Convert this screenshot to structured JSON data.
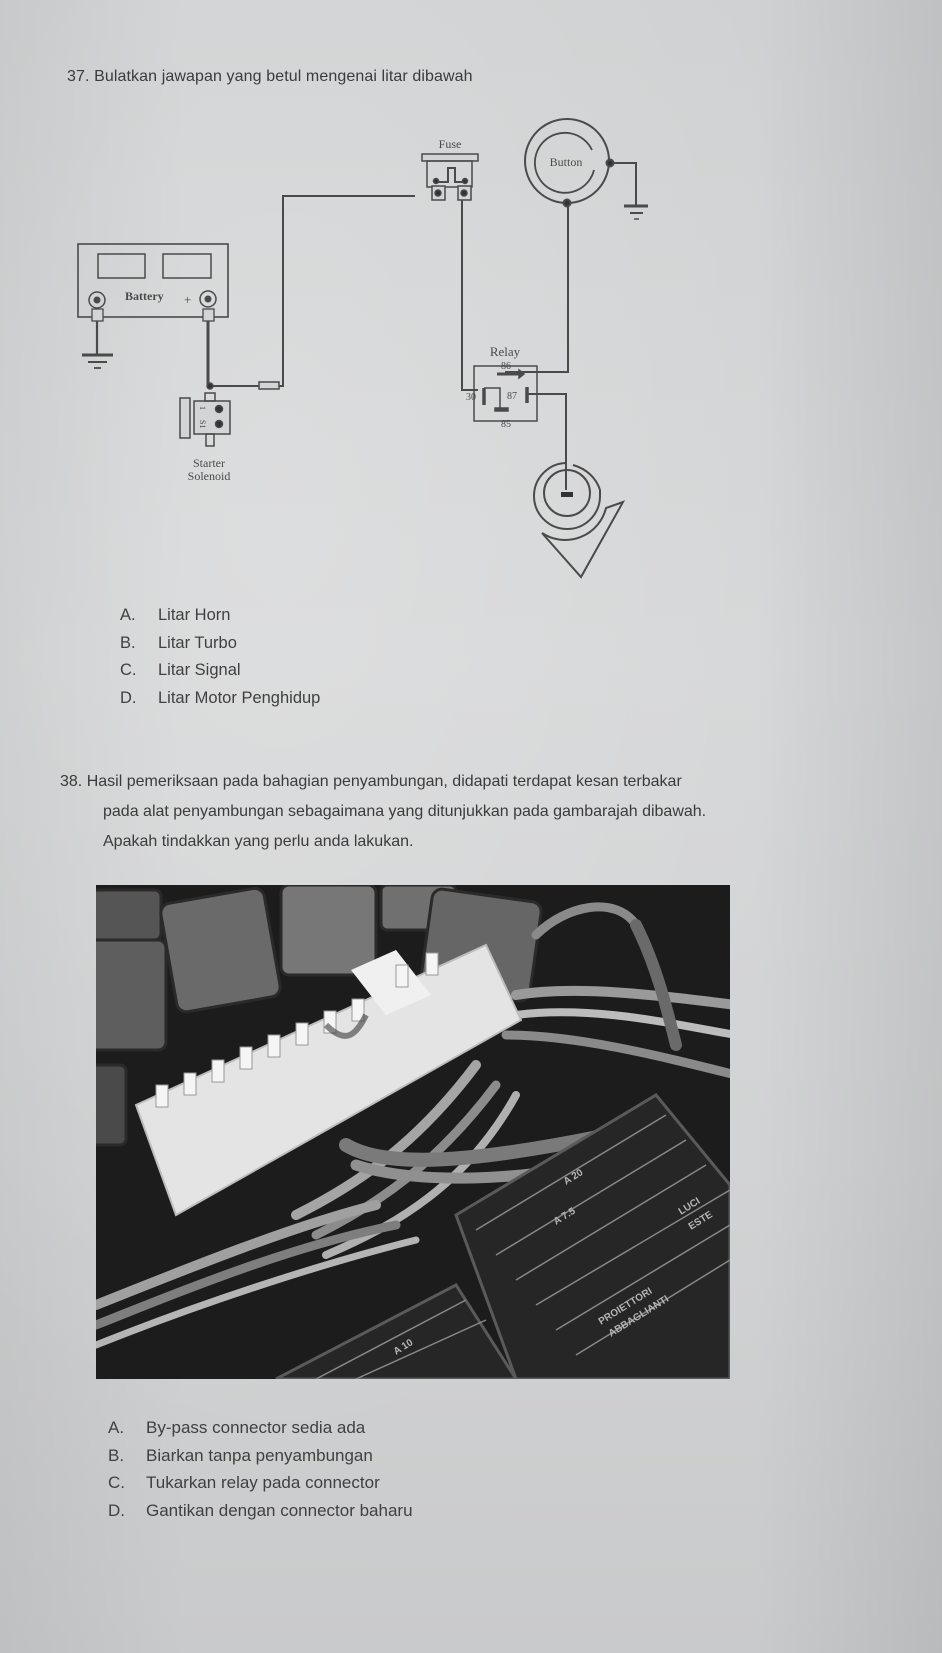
{
  "question37": {
    "number": "37.",
    "title": "Bulatkan jawapan yang betul mengenai litar dibawah",
    "diagram": {
      "labels": {
        "fuse": "Fuse",
        "button": "Button",
        "battery": "Battery",
        "battery_plus": "+",
        "relay": "Relay",
        "pin_86": "86",
        "pin_30": "30",
        "pin_87": "87",
        "pin_85": "85",
        "solenoid_pin_1": "1",
        "solenoid_pin_2": "S1",
        "starter_line1": "Starter",
        "starter_line2": "Solenoid"
      },
      "components": [
        "battery",
        "ground-symbol",
        "fuse",
        "button",
        "relay",
        "starter-solenoid",
        "horn"
      ]
    },
    "options": [
      {
        "letter": "A.",
        "text": "Litar Horn"
      },
      {
        "letter": "B.",
        "text": "Litar Turbo"
      },
      {
        "letter": "C.",
        "text": "Litar Signal"
      },
      {
        "letter": "D.",
        "text": "Litar Motor Penghidup"
      }
    ]
  },
  "question38": {
    "number": "38.",
    "line1": "Hasil pemeriksaan pada bahagian penyambungan, didapati terdapat kesan terbakar",
    "line2": "pada alat penyambungan sebagaimana yang ditunjukkan pada gambarajah dibawah.",
    "line3": "Apakah tindakkan yang perlu anda lakukan.",
    "photo": {
      "description": "Black-and-white photo of a fuse box with a burnt white connector, relays and wire harness",
      "fuse_labels": [
        "A 20",
        "A 7.5",
        "A 10",
        "LUCI",
        "PROIETTORI",
        "ABBAGLIANTI",
        "ESTE"
      ]
    },
    "options": [
      {
        "letter": "A.",
        "text": "By-pass connector sedia ada"
      },
      {
        "letter": "B.",
        "text": "Biarkan tanpa penyambungan"
      },
      {
        "letter": "C.",
        "text": "Tukarkan relay pada connector"
      },
      {
        "letter": "D.",
        "text": "Gantikan dengan connector baharu"
      }
    ]
  },
  "colors": {
    "paper": "#d3d4d5",
    "ink": "#3a3a3a",
    "diagram_line": "#4a4a4a"
  }
}
